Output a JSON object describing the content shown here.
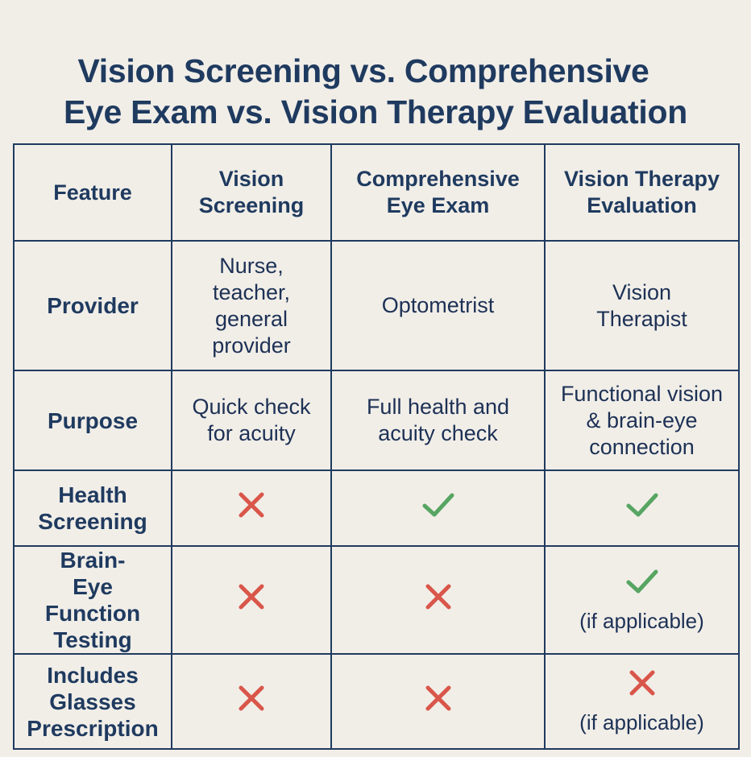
{
  "title": {
    "line1": "Vision Screening vs. Comprehensive",
    "line2": "Eye Exam vs. Vision Therapy Evaluation"
  },
  "colors": {
    "navy": "#1f3a5f",
    "check": "#57a562",
    "cross": "#d9564a",
    "background": "#f1eee8"
  },
  "table": {
    "headers": [
      "Feature",
      "Vision Screening",
      "Comprehensive Eye Exam",
      "Vision Therapy Evaluation"
    ],
    "rows": [
      {
        "label": "Provider",
        "cells": [
          {
            "text": "Nurse, teacher, general provider"
          },
          {
            "text": "Optometrist"
          },
          {
            "text": "Vision Therapist"
          }
        ]
      },
      {
        "label": "Purpose",
        "cells": [
          {
            "text": "Quick check for acuity"
          },
          {
            "text": "Full health and acuity check"
          },
          {
            "text": "Functional vision & brain-eye connection"
          }
        ]
      },
      {
        "label": "Health Screening",
        "cells": [
          {
            "mark": "cross-icon"
          },
          {
            "mark": "check-icon"
          },
          {
            "mark": "check-icon"
          }
        ]
      },
      {
        "label": "Brain-Eye Function Testing",
        "cells": [
          {
            "mark": "cross-icon"
          },
          {
            "mark": "cross-icon"
          },
          {
            "mark": "check-icon",
            "note": "(if applicable)"
          }
        ]
      },
      {
        "label": "Includes Glasses Prescription",
        "cells": [
          {
            "mark": "cross-icon"
          },
          {
            "mark": "cross-icon"
          },
          {
            "mark": "cross-icon",
            "note": "(if applicable)"
          }
        ]
      }
    ]
  }
}
